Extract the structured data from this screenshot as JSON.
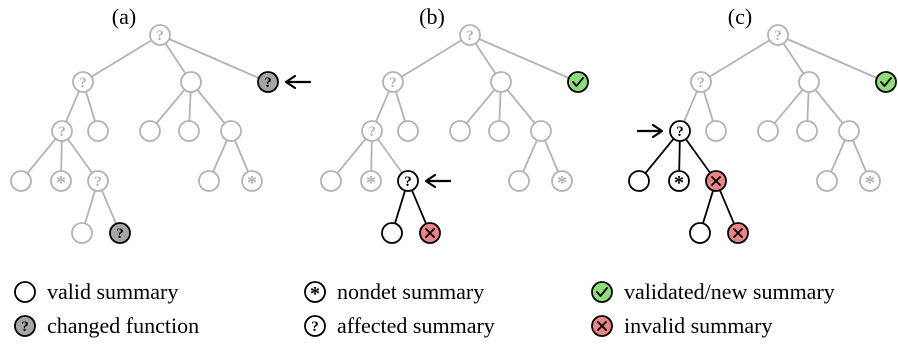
{
  "panels": [
    {
      "label": "(a)",
      "edges_highlight": [],
      "nodes": {
        "r": "affected_gray",
        "a": "affected_gray",
        "b": "valid_gray",
        "c": "changed",
        "a1": "affected_gray",
        "a2": "valid_gray",
        "b1": "valid_gray",
        "b2": "valid_gray",
        "b3": "valid_gray",
        "a11": "valid_gray",
        "a12": "nondet_gray",
        "a13": "affected_gray",
        "b31": "valid_gray",
        "b32": "nondet_gray",
        "a131": "valid_gray",
        "a132": "changed"
      },
      "arrow": {
        "node": "c",
        "side": "right"
      }
    },
    {
      "label": "(b)",
      "edges_highlight": [
        "a13-a131",
        "a13-a132"
      ],
      "nodes": {
        "r": "affected_gray",
        "a": "affected_gray",
        "b": "valid_gray",
        "c": "validated",
        "a1": "affected_gray",
        "a2": "valid_gray",
        "b1": "valid_gray",
        "b2": "valid_gray",
        "b3": "valid_gray",
        "a11": "valid_gray",
        "a12": "nondet_gray",
        "a13": "affected",
        "b31": "valid_gray",
        "b32": "nondet_gray",
        "a131": "valid",
        "a132": "invalid"
      },
      "arrow": {
        "node": "a13",
        "side": "right"
      }
    },
    {
      "label": "(c)",
      "edges_highlight": [
        "a1-a11",
        "a1-a12",
        "a1-a13",
        "a13-a131",
        "a13-a132"
      ],
      "nodes": {
        "r": "affected_gray",
        "a": "affected_gray",
        "b": "valid_gray",
        "c": "validated",
        "a1": "affected",
        "a2": "valid_gray",
        "b1": "valid_gray",
        "b2": "valid_gray",
        "b3": "valid_gray",
        "a11": "valid",
        "a12": "nondet",
        "a13": "invalid",
        "b31": "valid_gray",
        "b32": "nondet_gray",
        "a131": "valid",
        "a132": "invalid"
      },
      "arrow": {
        "node": "a1",
        "side": "left"
      }
    }
  ],
  "legend": [
    {
      "kind": "valid",
      "label": "valid summary"
    },
    {
      "kind": "nondet",
      "label": "nondet summary"
    },
    {
      "kind": "validated",
      "label": "validated/new summary"
    },
    {
      "kind": "changed",
      "label": "changed function"
    },
    {
      "kind": "affected",
      "label": "affected summary"
    },
    {
      "kind": "invalid",
      "label": "invalid summary"
    }
  ],
  "colors": {
    "black": "#000000",
    "gray": "#b3b3b3",
    "changed_fill": "#a6a6a6",
    "validated_fill": "#8fdc7a",
    "invalid_fill": "#e88585"
  }
}
